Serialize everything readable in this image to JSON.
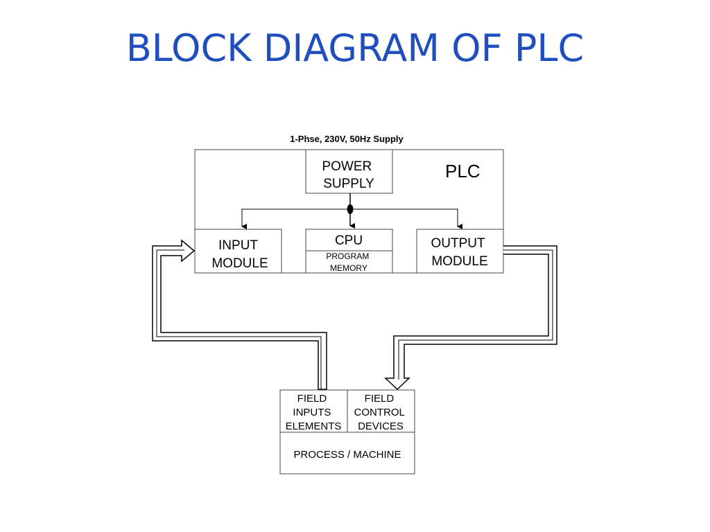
{
  "title": "BLOCK DIAGRAM OF PLC",
  "supply_label": "1-Phse, 230V, 50Hz Supply",
  "plc_label": "PLC",
  "power_supply": [
    "POWER",
    "SUPPLY"
  ],
  "input_module": [
    "INPUT",
    "MODULE"
  ],
  "cpu": "CPU",
  "program_memory": [
    "PROGRAM",
    "MEMORY"
  ],
  "output_module": [
    "OUTPUT",
    "MODULE"
  ],
  "field_inputs": [
    "FIELD",
    "INPUTS",
    "ELEMENTS"
  ],
  "field_control": [
    "FIELD",
    "CONTROL",
    "DEVICES"
  ],
  "process_machine": "PROCESS / MACHINE",
  "colors": {
    "title": "#1f4fbf",
    "lines": "#000000"
  }
}
